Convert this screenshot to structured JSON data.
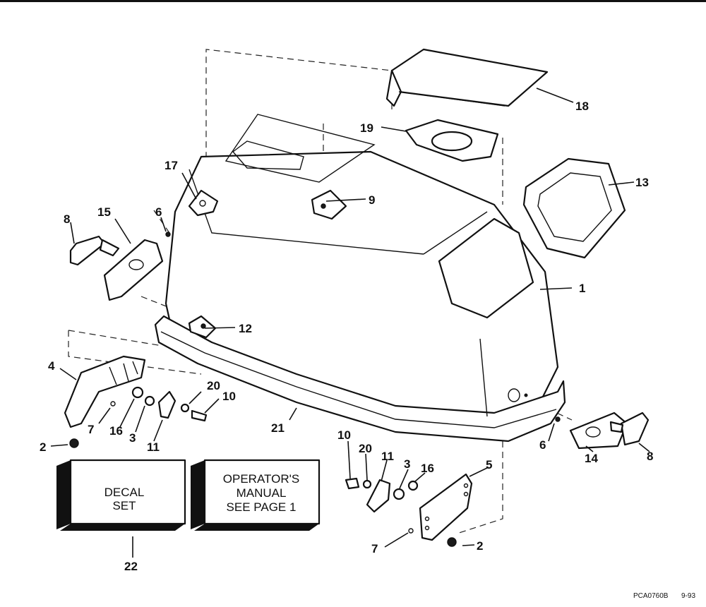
{
  "callouts": {
    "c1": "1",
    "c2a": "2",
    "c2b": "2",
    "c3a": "3",
    "c3b": "3",
    "c4": "4",
    "c5": "5",
    "c6a": "6",
    "c6b": "6",
    "c7a": "7",
    "c7b": "7",
    "c8a": "8",
    "c8b": "8",
    "c9": "9",
    "c10a": "10",
    "c10b": "10",
    "c11a": "11",
    "c11b": "11",
    "c12": "12",
    "c13": "13",
    "c14": "14",
    "c15": "15",
    "c16a": "16",
    "c16b": "16",
    "c17": "17",
    "c18": "18",
    "c19": "19",
    "c20a": "20",
    "c20b": "20",
    "c21": "21",
    "c22": "22"
  },
  "decal_box": {
    "line1": "DECAL",
    "line2": "SET"
  },
  "manual_box": {
    "line1": "OPERATOR'S",
    "line2": "MANUAL",
    "line3": "SEE PAGE 1"
  },
  "footer": {
    "code": "PCA0760B",
    "date": "9-93"
  },
  "icons": [
    "engine-cover",
    "cover-hood",
    "vent-gasket",
    "window-seal",
    "latch-handle",
    "latch-plate",
    "screw",
    "washer",
    "nut",
    "grommet",
    "bracket",
    "seal-strip",
    "box-icon"
  ]
}
